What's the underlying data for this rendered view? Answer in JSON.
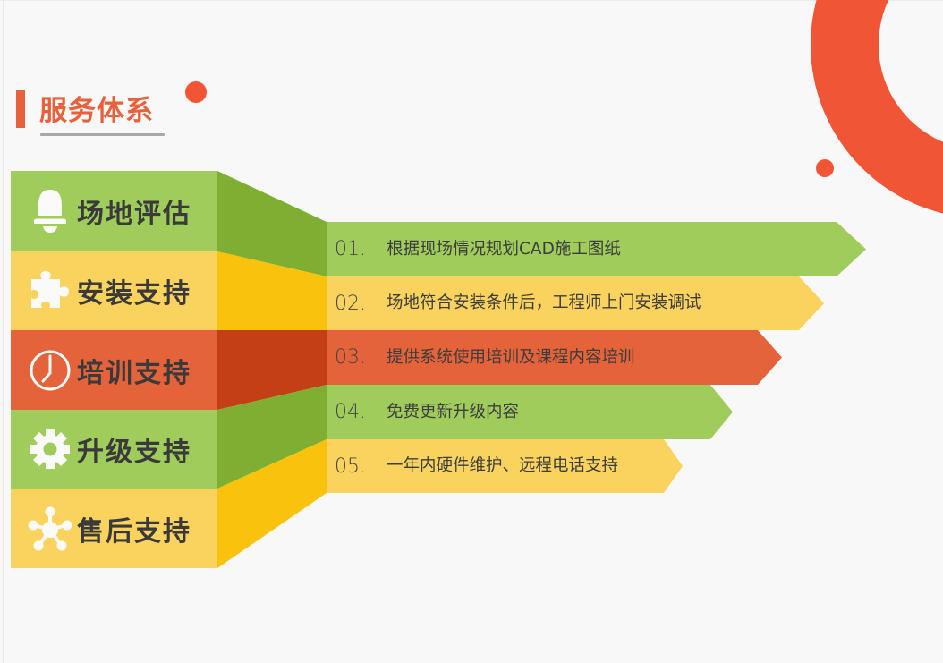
{
  "header": {
    "title": "服务体系"
  },
  "colors": {
    "accent": "#e8613a",
    "ring": "#f05535",
    "green": "#a0cc5c",
    "green_dark": "#7faf32",
    "yellow": "#fad35e",
    "yellow_dark": "#f8c20d",
    "red": "#e4633a",
    "red_dark": "#c43f16",
    "background": "#f8f8f8"
  },
  "categories": [
    {
      "label": "场地评估",
      "icon": "bell-icon",
      "color": "#a0cc5c"
    },
    {
      "label": "安装支持",
      "icon": "puzzle-icon",
      "color": "#fad35e"
    },
    {
      "label": "培训支持",
      "icon": "clock-icon",
      "color": "#e4633a"
    },
    {
      "label": "升级支持",
      "icon": "gear-icon",
      "color": "#a0cc5c"
    },
    {
      "label": "售后支持",
      "icon": "network-icon",
      "color": "#fad35e"
    }
  ],
  "items": [
    {
      "number": "01.",
      "text": "根据现场情况规划CAD施工图纸",
      "color": "#a0cc5c"
    },
    {
      "number": "02.",
      "text": "场地符合安装条件后，工程师上门安装调试",
      "color": "#fad35e"
    },
    {
      "number": "03.",
      "text": "提供系统使用培训及课程内容培训",
      "color": "#e4633a"
    },
    {
      "number": "04.",
      "text": "免费更新升级内容",
      "color": "#a0cc5c"
    },
    {
      "number": "05.",
      "text": "一年内硬件维护、远程电话支持",
      "color": "#fad35e"
    }
  ]
}
